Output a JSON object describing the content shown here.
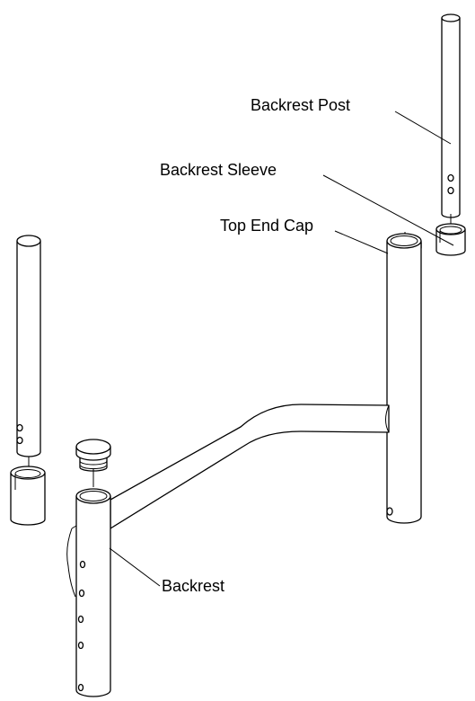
{
  "labels": {
    "backrest_post": "Backrest Post",
    "backrest_sleeve": "Backrest Sleeve",
    "top_end_cap": "Top End Cap",
    "backrest": "Backrest"
  },
  "colors": {
    "line": "#000000",
    "background": "#ffffff"
  }
}
